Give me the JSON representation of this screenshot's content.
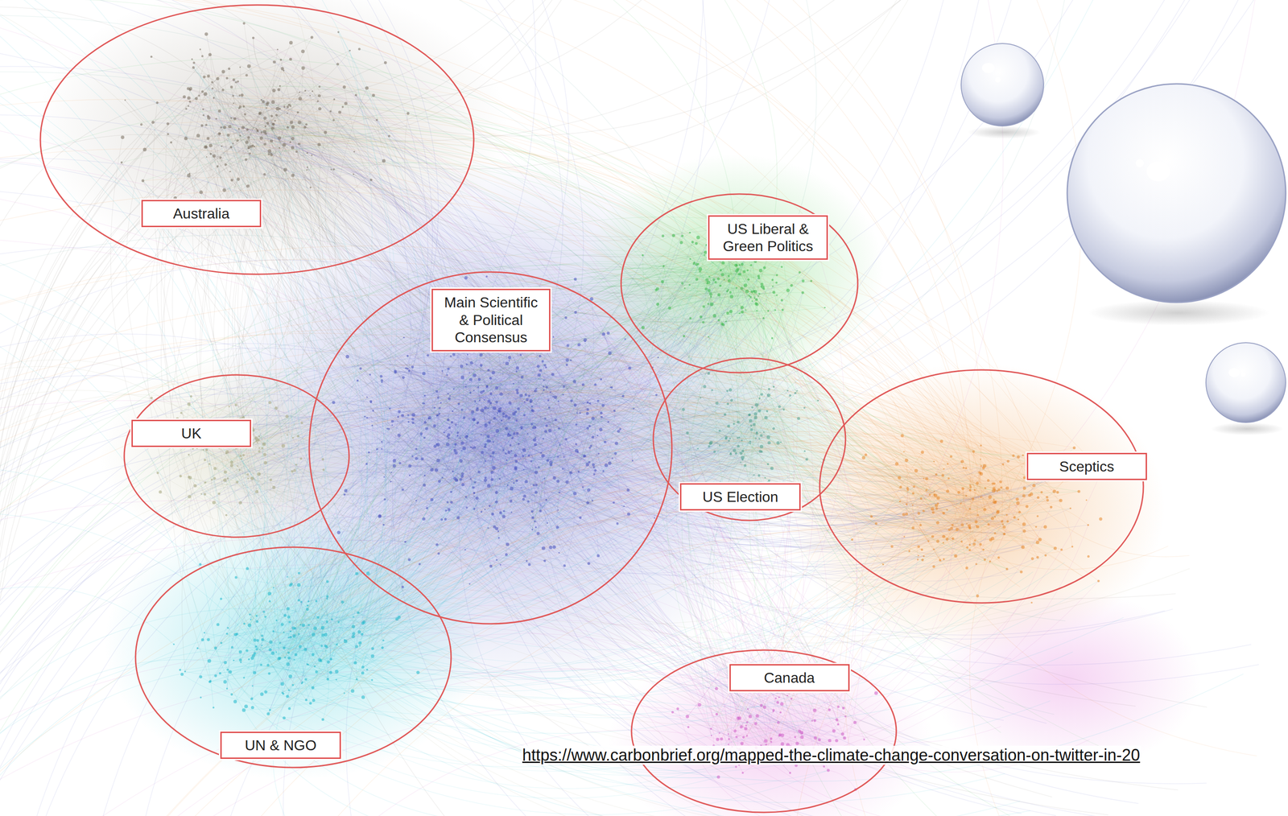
{
  "diagram": {
    "nodes": [
      {
        "text": [
          "Australia"
        ]
      },
      {
        "text": [
          "Main Scientific & Political Consensus"
        ]
      },
      {
        "text": [
          "US Liberal & Green Politics"
        ]
      },
      {
        "text": [
          "UK"
        ]
      },
      {
        "text": [
          "US Election"
        ]
      },
      {
        "text": [
          "Sceptics"
        ]
      },
      {
        "text": [
          "UN & NGO"
        ]
      },
      {
        "text": [
          "Canada"
        ]
      }
    ],
    "labels": [
      "https://www.carbonbrief.org/mapped-the-climate-change-conversation-on-twitter-in-20"
    ]
  }
}
